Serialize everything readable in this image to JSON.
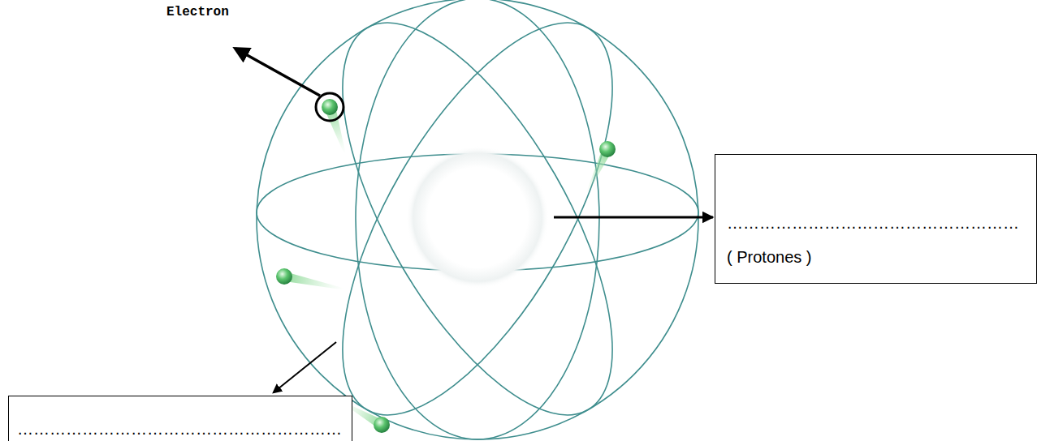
{
  "diagram": {
    "nodes": [
      {
        "text": [
          "………………………………………………",
          "( Protones )"
        ]
      },
      {
        "text": [
          "……………………………………………………"
        ]
      }
    ],
    "labels": [
      "Electron"
    ]
  }
}
